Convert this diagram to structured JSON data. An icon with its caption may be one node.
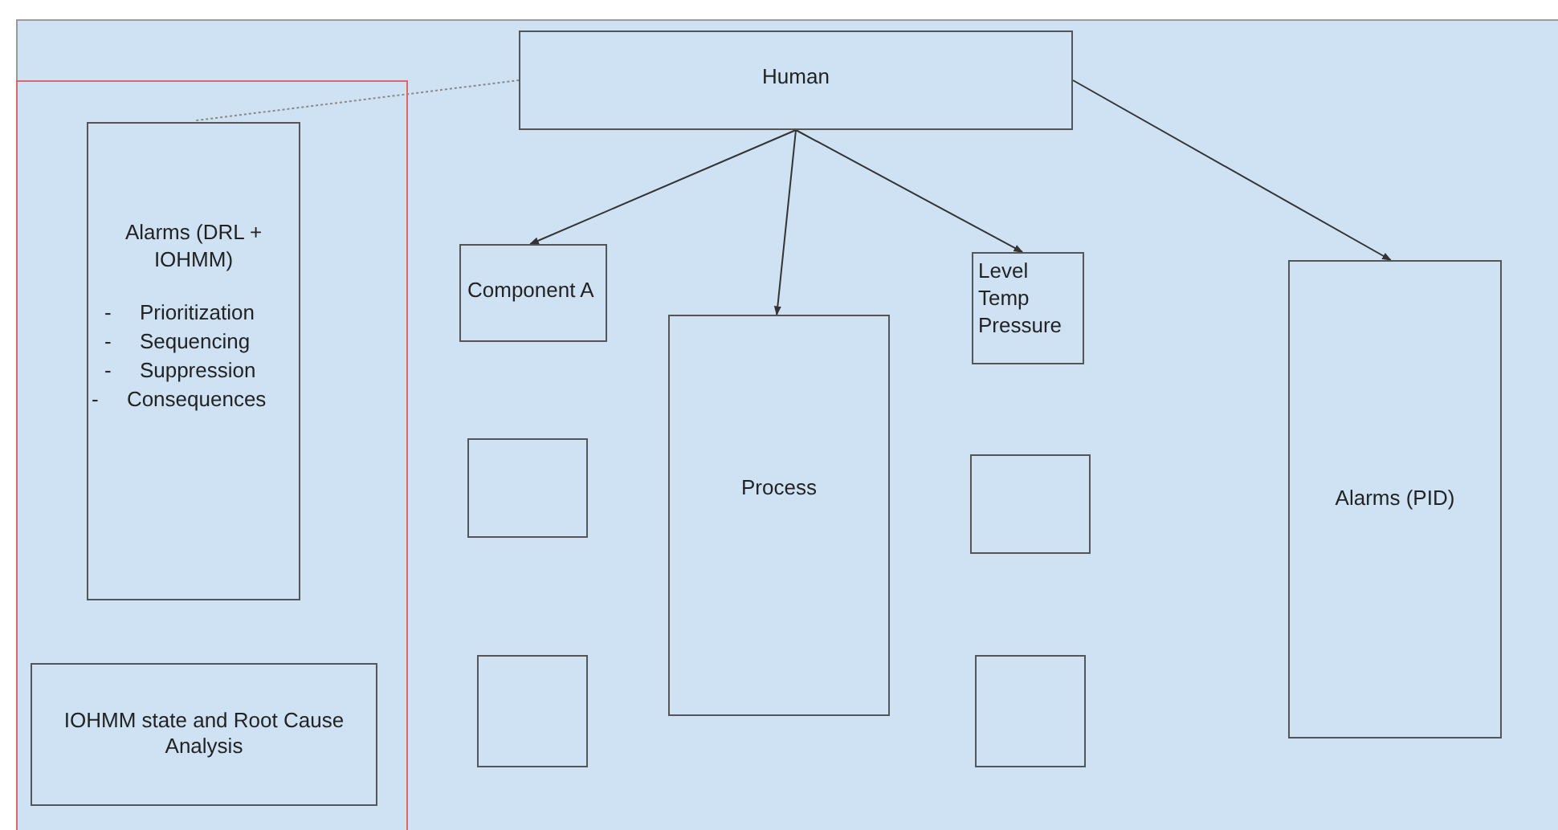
{
  "diagram": {
    "nodes": [
      {
        "text": [
          "Human"
        ]
      },
      {
        "text": [],
        "shape": "box"
      },
      {
        "text": [
          "Alarms (DRL + IOHMM)",
          "- Prioritization",
          "- Sequencing",
          "- Suppression",
          "- Consequences"
        ],
        "in": 1
      },
      {
        "text": [
          "IOHMM state and Root Cause Analysis"
        ],
        "in": 1
      },
      {
        "text": [
          "Component A"
        ]
      },
      {
        "text": [
          "Process"
        ]
      },
      {
        "text": [
          "Level Temp Pressure"
        ]
      },
      {
        "text": [
          "Alarms (PID)"
        ]
      },
      {
        "text": [],
        "shape": "box"
      },
      {
        "text": [],
        "shape": "box"
      },
      {
        "text": [],
        "shape": "box"
      },
      {
        "text": [],
        "shape": "box"
      }
    ],
    "edges": [
      {
        "from": 2,
        "to": 0,
        "arrow": "none",
        "style": "dashed"
      },
      {
        "from": 0,
        "to": 4,
        "arrow": "to"
      },
      {
        "from": 0,
        "to": 5,
        "arrow": "to"
      },
      {
        "from": 0,
        "to": 6,
        "arrow": "to"
      },
      {
        "from": 0,
        "to": 7,
        "arrow": "to"
      }
    ]
  }
}
